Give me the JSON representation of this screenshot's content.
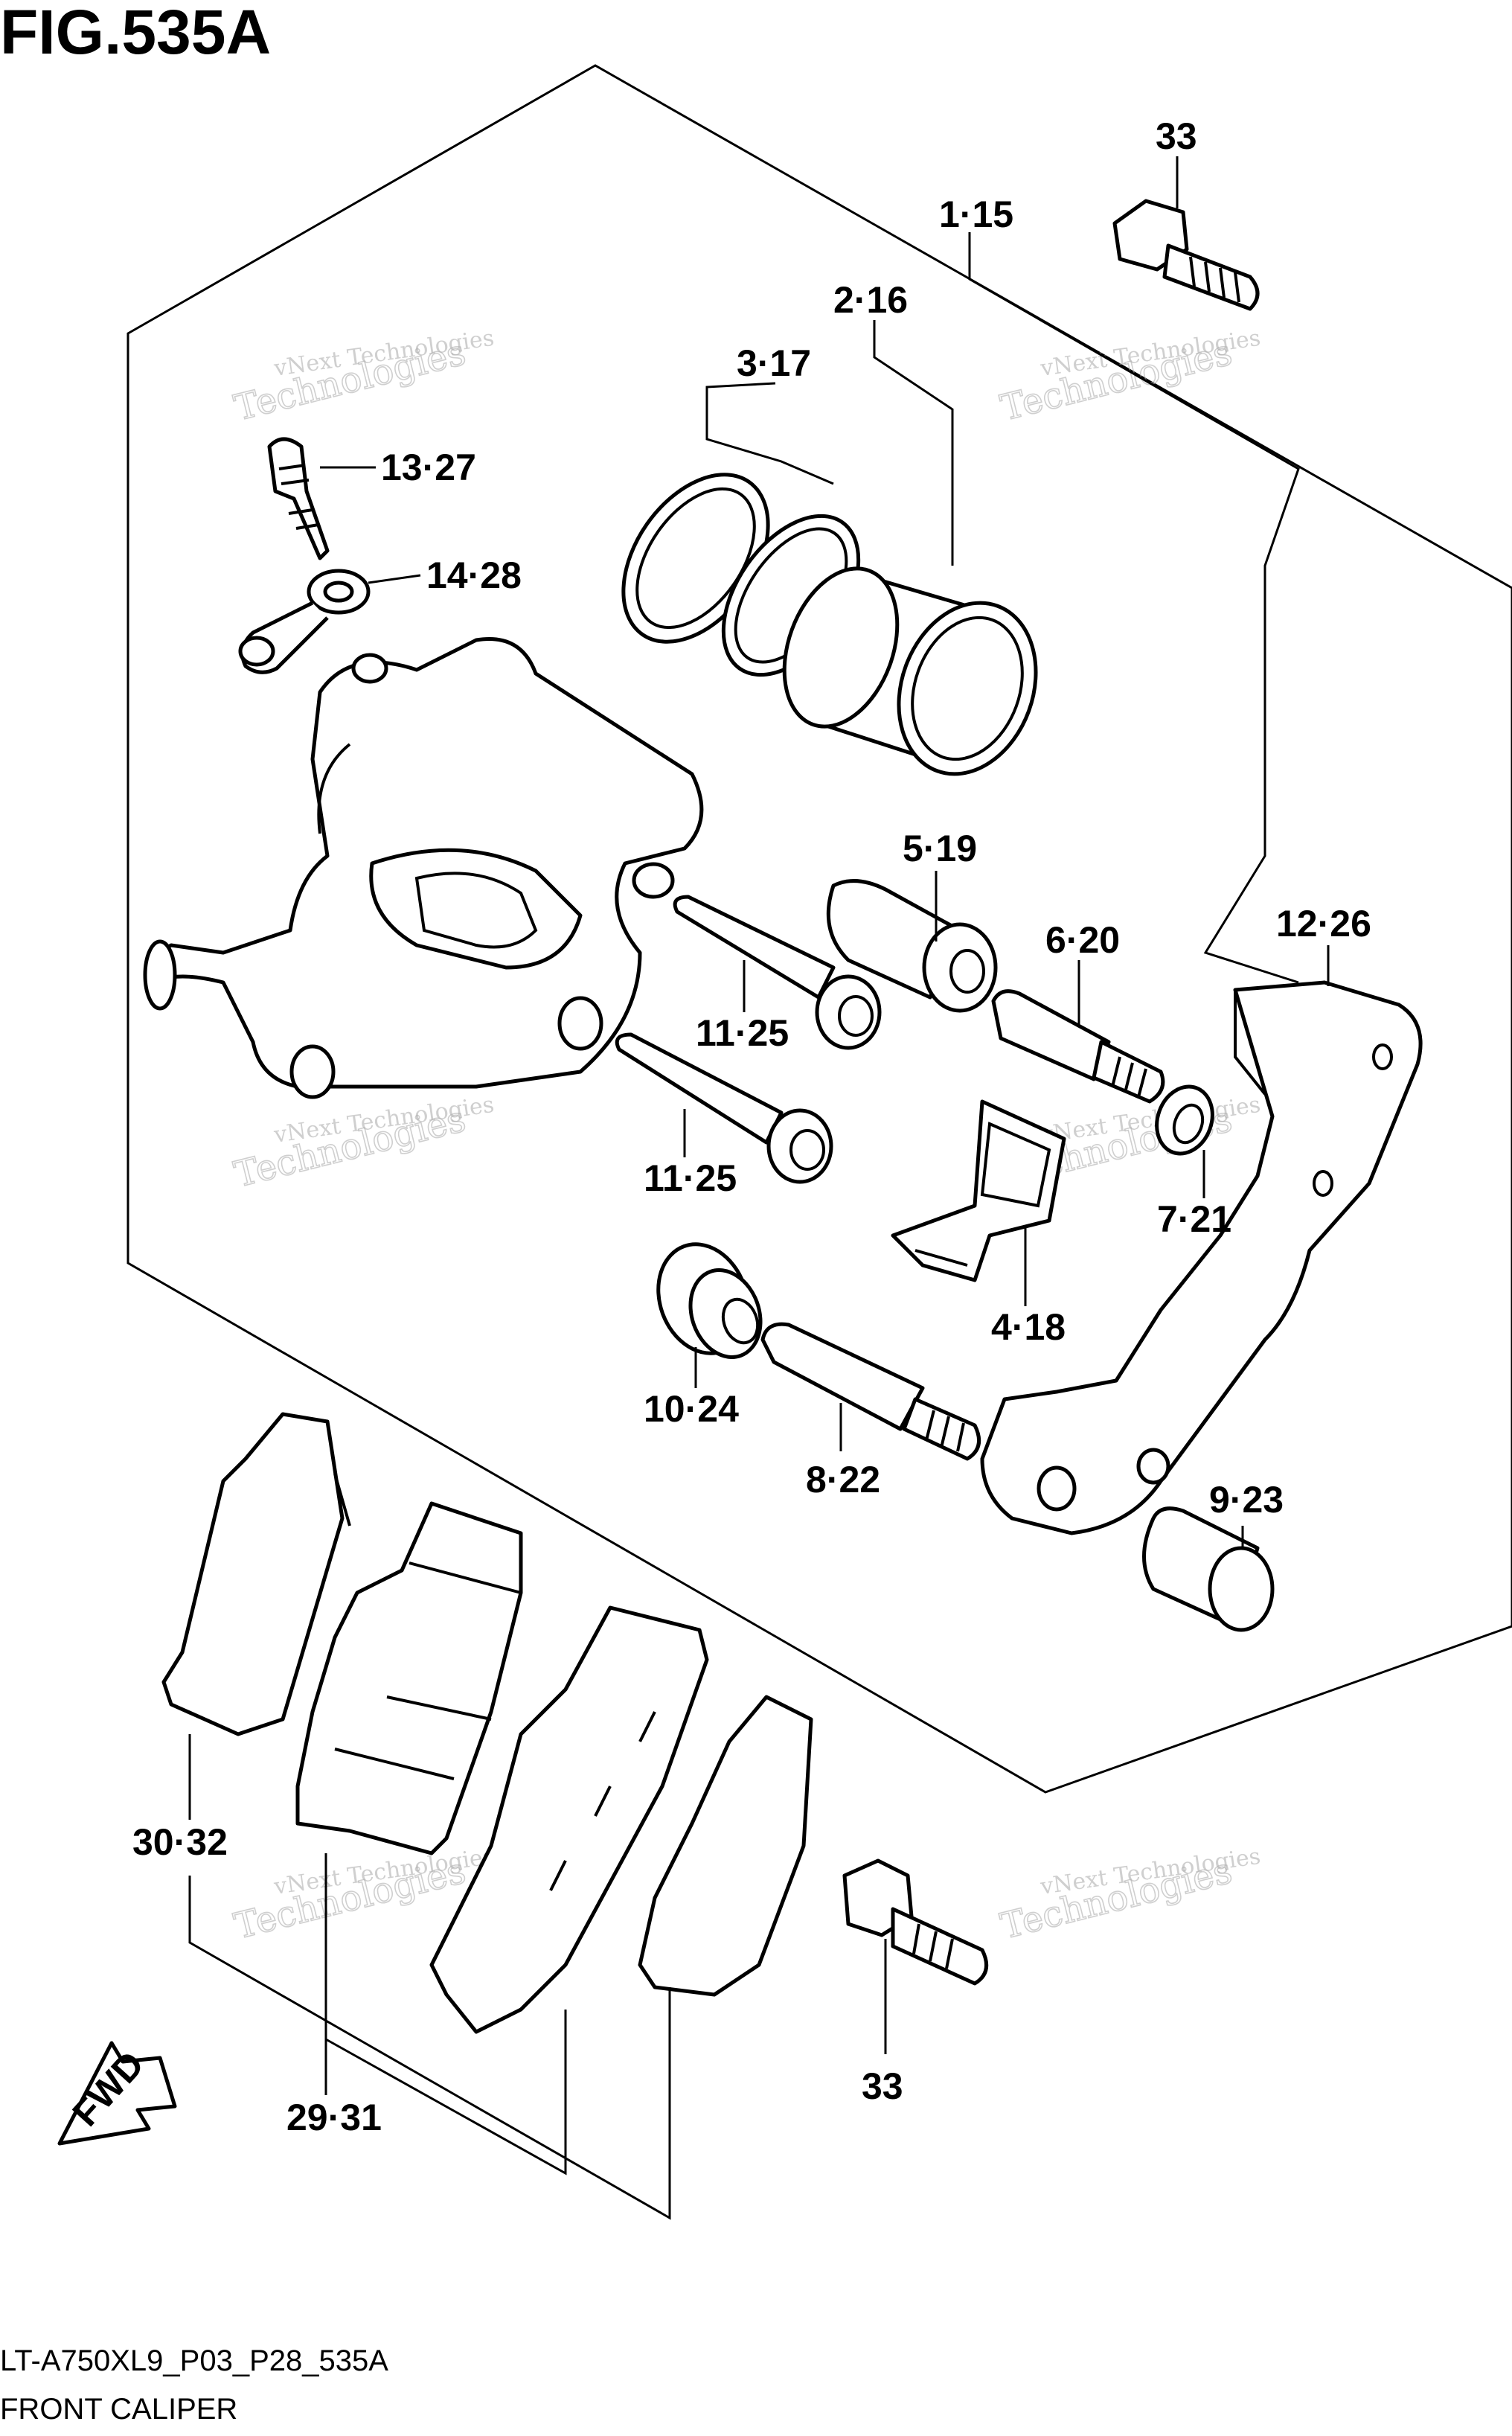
{
  "figure": {
    "title": "FIG.535A",
    "code": "LT-A750XL9_P03_P28_535A",
    "name": "FRONT CALIPER"
  },
  "watermark": {
    "line1": "vNext Technologies",
    "line2": "Technologies"
  },
  "fwd_label": "FWD",
  "callouts": [
    "33",
    "1·15",
    "2·16",
    "3·17",
    "13·27",
    "14·28",
    "5·19",
    "6·20",
    "12·26",
    "11·25",
    "11·25",
    "7·21",
    "4·18",
    "10·24",
    "8·22",
    "9·23",
    "30·32",
    "29·31",
    "33"
  ]
}
